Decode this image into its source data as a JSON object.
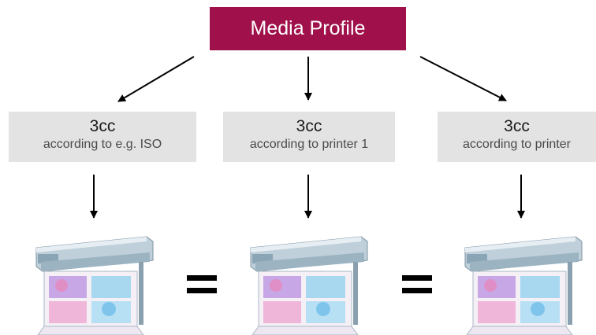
{
  "title": "Media Profile",
  "boxes": [
    {
      "line1": "3cc",
      "line2": "according to e.g. ISO"
    },
    {
      "line1": "3cc",
      "line2": "according to printer 1"
    },
    {
      "line1": "3cc",
      "line2": "according to printer"
    }
  ],
  "colors": {
    "title_box": "#a0104a",
    "info_box": "#e3e3e3",
    "arrows": "#000000"
  },
  "icons": [
    "printer-icon",
    "printer-icon",
    "printer-icon"
  ],
  "connectors": [
    "equals-sign",
    "equals-sign"
  ]
}
